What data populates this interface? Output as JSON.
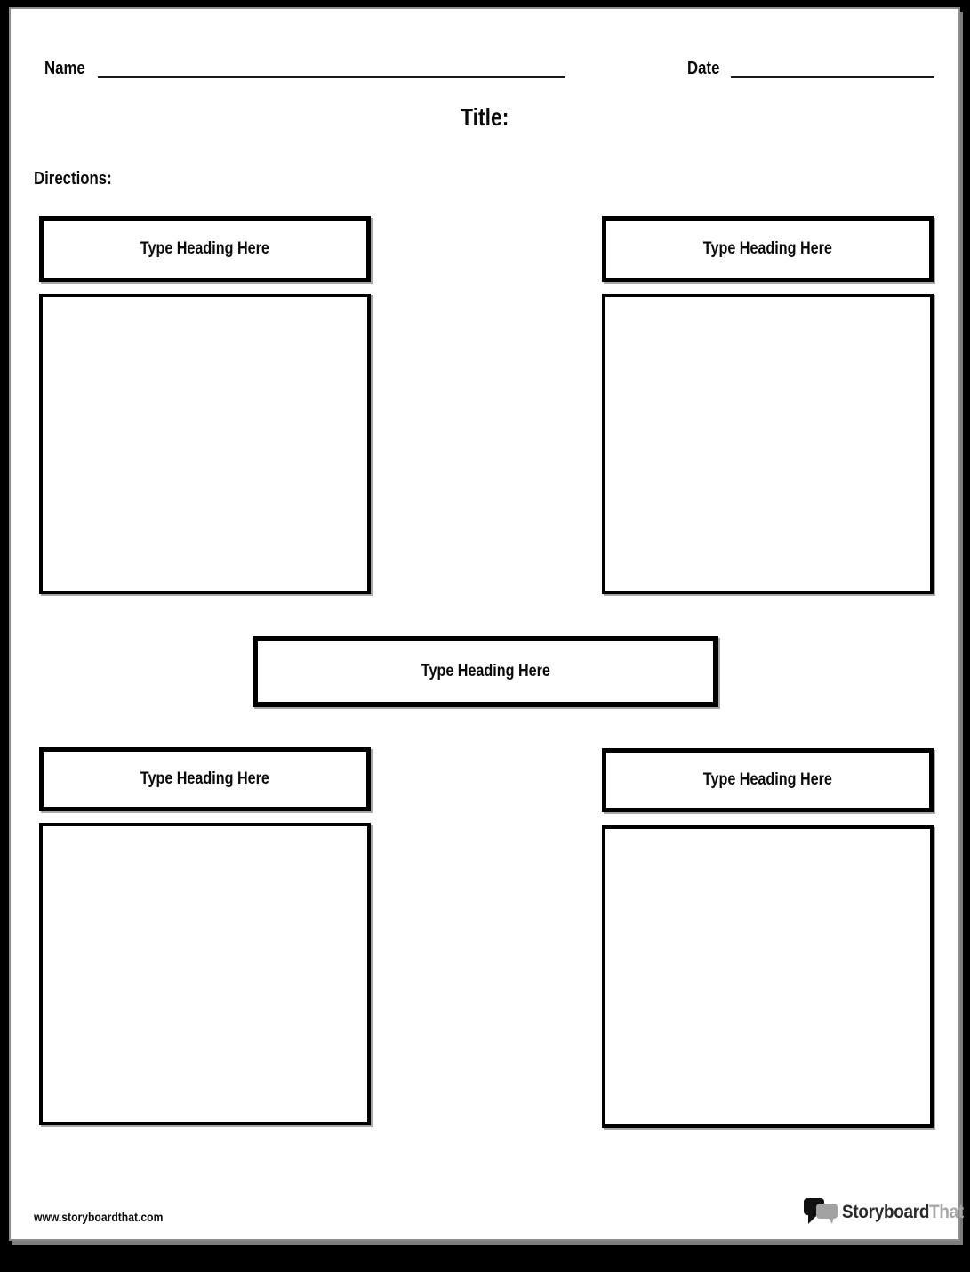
{
  "page": {
    "name_label": "Name",
    "date_label": "Date",
    "title_label": "Title:",
    "directions_label": "Directions:"
  },
  "boxes": {
    "top_left": {
      "heading": "Type Heading Here"
    },
    "top_right": {
      "heading": "Type Heading Here"
    },
    "middle": {
      "heading": "Type Heading Here"
    },
    "bottom_left": {
      "heading": "Type Heading Here"
    },
    "bottom_right": {
      "heading": "Type Heading Here"
    }
  },
  "footer": {
    "website": "www.storyboardthat.com",
    "logo_text_primary": "Storyboard",
    "logo_text_secondary": "That"
  },
  "colors": {
    "background": "#000000",
    "page": "#ffffff",
    "box_border": "#000000",
    "logo_primary_text": "#2a2a2a",
    "logo_secondary_text": "#a6a6a6",
    "logo_bubble_dark": "#111111",
    "logo_bubble_gray": "#a2a2a2"
  }
}
